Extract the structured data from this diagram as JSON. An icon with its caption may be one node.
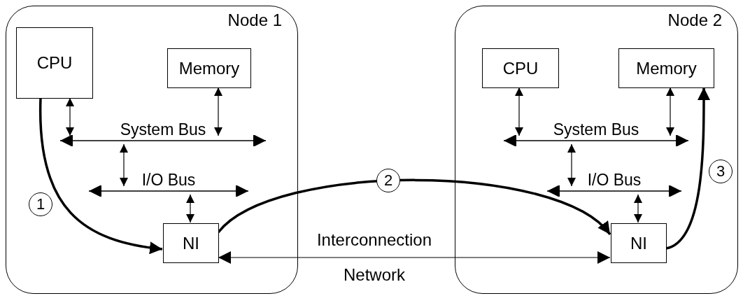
{
  "diagram": {
    "nodes": [
      {
        "text": [
          "Node 1"
        ]
      },
      {
        "text": [
          "CPU"
        ],
        "in": 0
      },
      {
        "text": [
          "Memory"
        ],
        "in": 0
      },
      {
        "text": [
          "System Bus"
        ],
        "in": 0
      },
      {
        "text": [
          "I/O Bus"
        ],
        "in": 0
      },
      {
        "text": [
          "NI"
        ],
        "in": 0
      },
      {
        "text": [
          "Node 2"
        ]
      },
      {
        "text": [
          "CPU"
        ],
        "in": 6
      },
      {
        "text": [
          "Memory"
        ],
        "in": 6
      },
      {
        "text": [
          "System Bus"
        ],
        "in": 6
      },
      {
        "text": [
          "I/O Bus"
        ],
        "in": 6
      },
      {
        "text": [
          "NI"
        ],
        "in": 6
      }
    ],
    "edges": [
      {
        "from": 1,
        "to": 3,
        "arrow": "both"
      },
      {
        "from": 2,
        "to": 3,
        "arrow": "both"
      },
      {
        "from": 3,
        "to": 4,
        "arrow": "both"
      },
      {
        "from": 4,
        "to": 5,
        "arrow": "both"
      },
      {
        "from": 7,
        "to": 9,
        "arrow": "both"
      },
      {
        "from": 8,
        "to": 9,
        "arrow": "both"
      },
      {
        "from": 9,
        "to": 10,
        "arrow": "both"
      },
      {
        "from": 10,
        "to": 11,
        "arrow": "both"
      },
      {
        "from": 5,
        "to": 11,
        "arrow": "both",
        "label": "Interconnection Network"
      },
      {
        "from": 1,
        "to": 5,
        "arrow": "to",
        "label": "1",
        "style": "thick"
      },
      {
        "from": 5,
        "to": 11,
        "arrow": "to",
        "label": "2",
        "style": "thick"
      },
      {
        "from": 11,
        "to": 8,
        "arrow": "to",
        "label": "3",
        "style": "thick"
      }
    ]
  }
}
